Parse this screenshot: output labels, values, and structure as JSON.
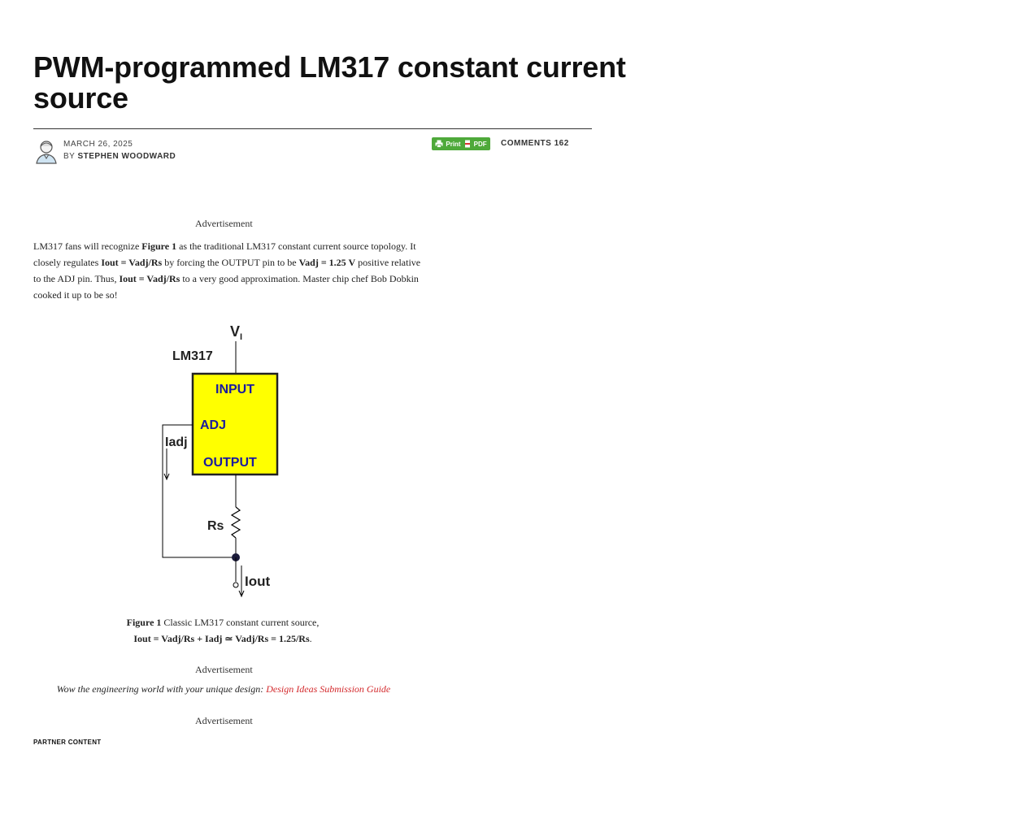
{
  "article": {
    "title_line1": "PWM-programmed LM317 constant current",
    "title_line2": "source",
    "date": "MARCH 26, 2025",
    "by": "BY",
    "author": "STEPHEN WOODWARD",
    "print_label": "Print",
    "pdf_label": "PDF",
    "comments": "COMMENTS 162"
  },
  "ads": {
    "label": "Advertisement"
  },
  "paragraph": {
    "t1": "LM317 fans will recognize ",
    "b1": "Figure 1",
    "t2": " as the traditional LM317 constant current source topology. It closely regulates ",
    "b2": "Iout = Vadj/Rs",
    "t3": " by forcing the OUTPUT pin to be ",
    "b3": "Vadj = 1.25 V",
    "t4": " positive relative to the ADJ pin. Thus, ",
    "b4": "Iout = Vadj/Rs",
    "t5": " to a very good approximation. Master chip chef Bob Dobkin cooked it up to be so!"
  },
  "figure": {
    "vi": "V",
    "vi_sub": "I",
    "chip": "LM317",
    "input": "INPUT",
    "adj": "ADJ",
    "output": "OUTPUT",
    "iadj": "Iadj",
    "rs": "Rs",
    "iout": "Iout",
    "colors": {
      "chip_fill": "#ffff00",
      "pin_text": "#1a1aa0"
    }
  },
  "caption": {
    "label": "Figure 1",
    "text1": " Classic LM317 constant current source,",
    "line2": "Iout = Vadj/Rs + Iadj ≃ Vadj/Rs = 1.25/Rs",
    "end": "."
  },
  "promo": {
    "text": "Wow the engineering world with your unique design: ",
    "link": "Design Ideas Submission Guide"
  },
  "partner": "PARTNER CONTENT"
}
